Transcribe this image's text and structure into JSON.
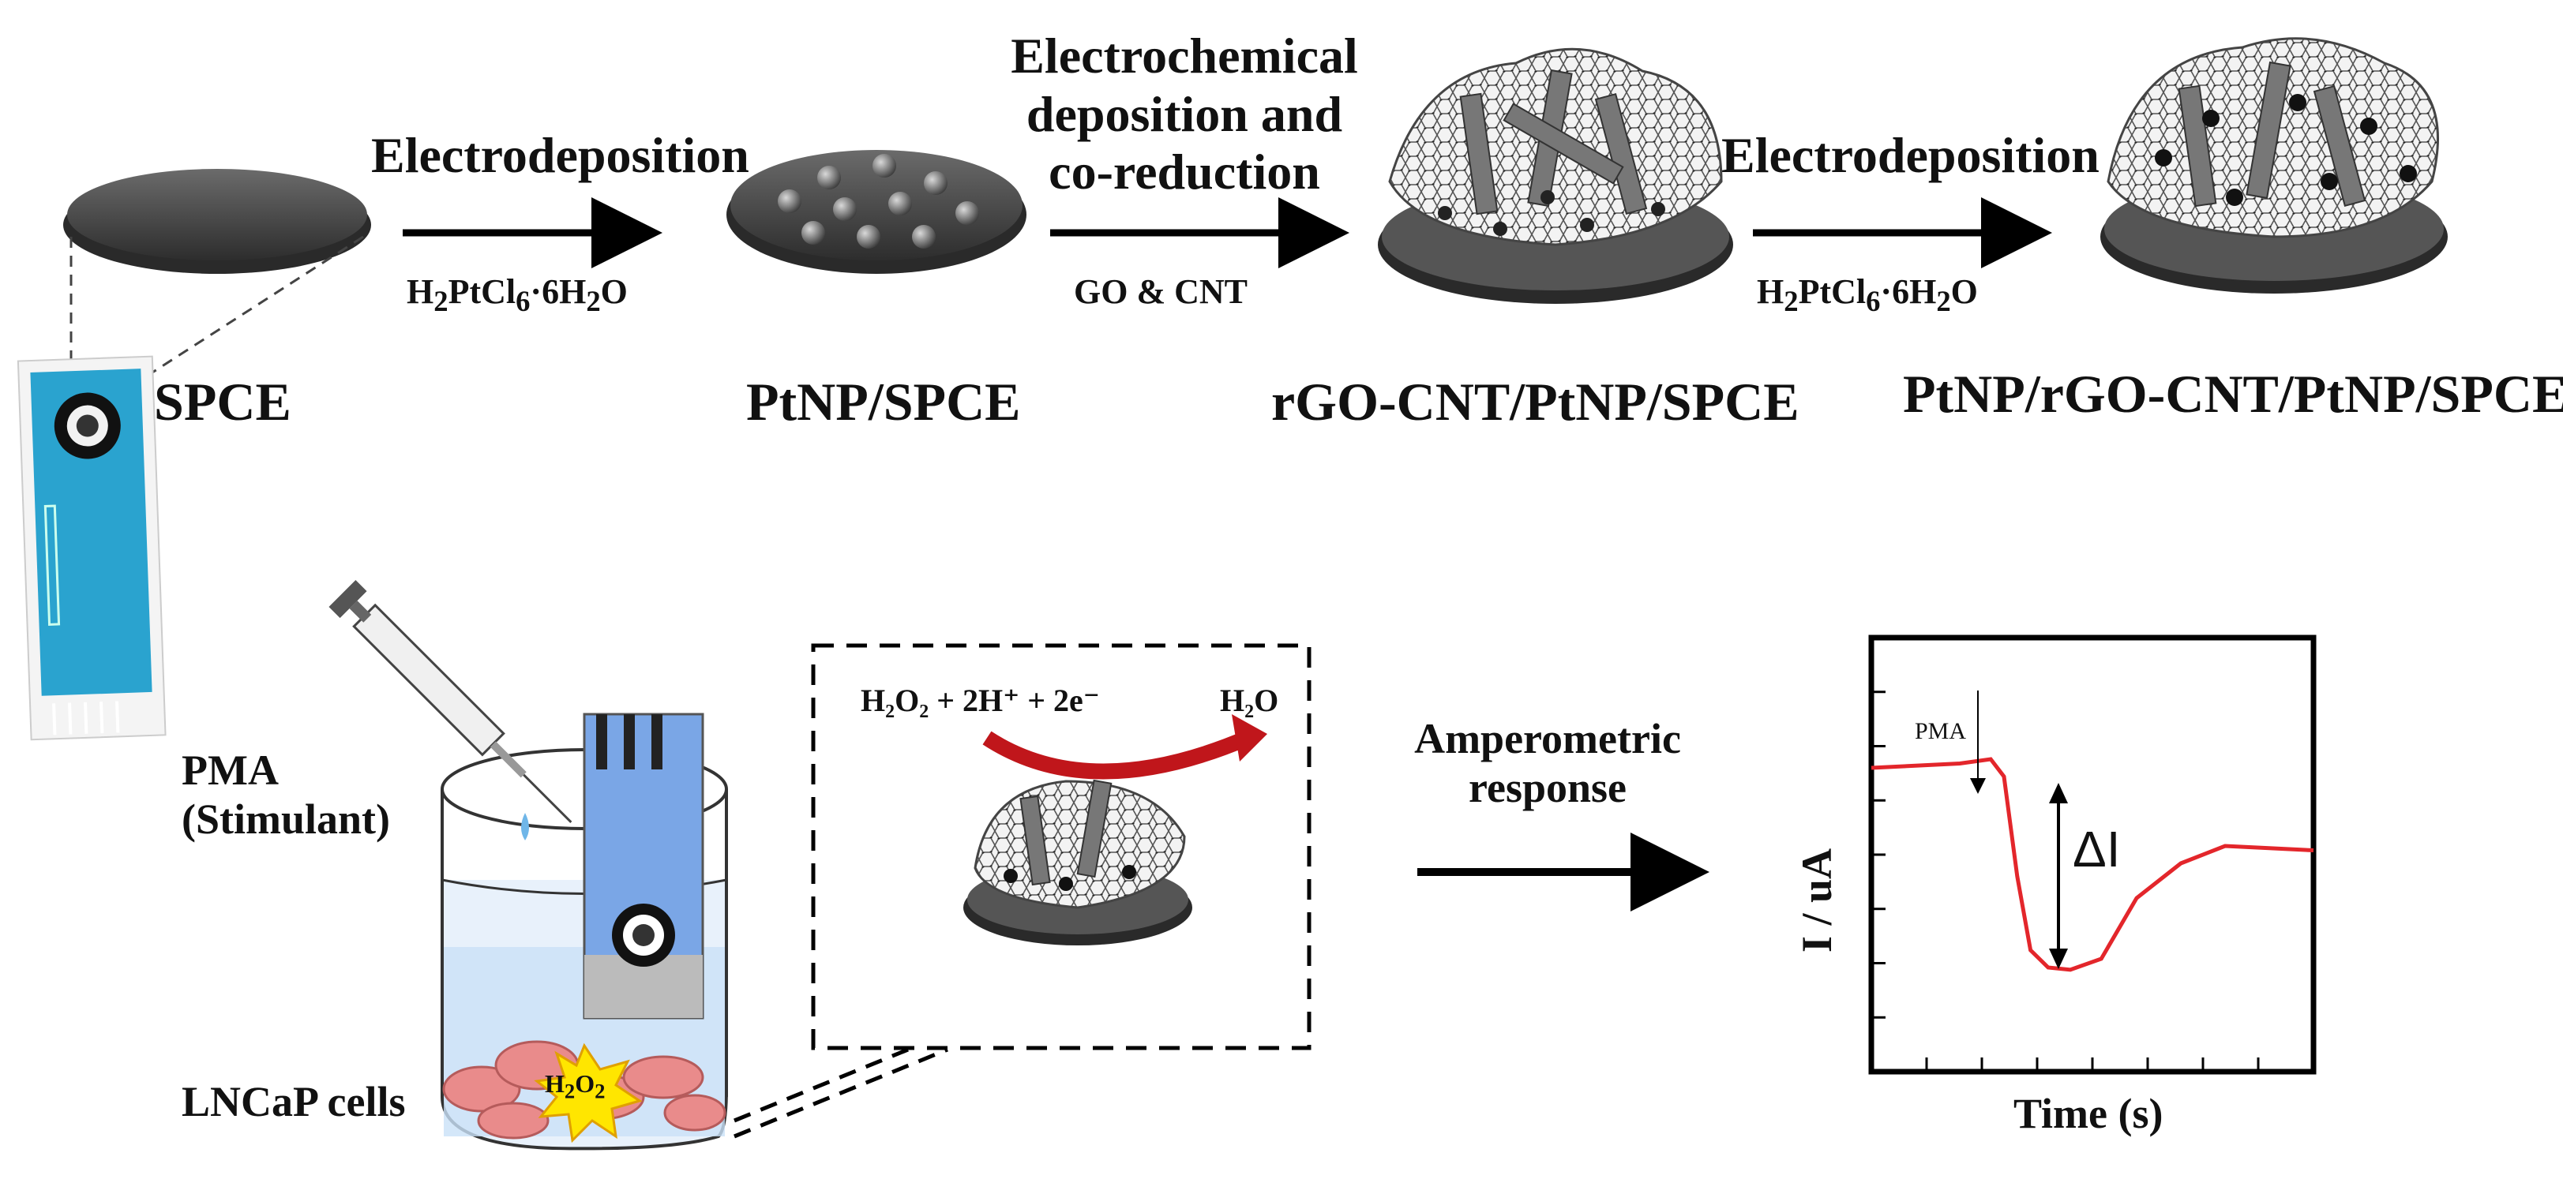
{
  "top_steps": {
    "step1": {
      "label": "Electrodeposition",
      "reagent": [
        "H",
        "2",
        "PtCl",
        "6",
        "·6H",
        "2",
        "O"
      ]
    },
    "step2": {
      "label_lines": [
        "Electrochemical",
        "deposition and",
        "co-reduction"
      ],
      "reagent": "GO & CNT"
    },
    "step3": {
      "label": "Electrodeposition",
      "reagent": [
        "H",
        "2",
        "PtCl",
        "6",
        "·6H",
        "2",
        "O"
      ]
    }
  },
  "electrodes": {
    "e1": "SPCE",
    "e2": "PtNP/SPCE",
    "e3": "rGO-CNT/PtNP/SPCE",
    "e4": "PtNP/rGO-CNT/PtNP/SPCE"
  },
  "bottom": {
    "stimulant_lines": [
      "PMA",
      "(Stimulant)"
    ],
    "cells": "LNCaP cells",
    "burst": [
      "H",
      "2",
      "O",
      "2"
    ],
    "reaction_left": "H₂O₂ + 2H⁺ + 2e⁻",
    "reaction_right": "H₂O",
    "response_lines": [
      "Amperometric",
      "response"
    ]
  },
  "chart_data": {
    "type": "line",
    "title": "",
    "xlabel": "Time (s)",
    "ylabel": "I / uA",
    "annotation_pma": "PMA",
    "annotation_delta": "ΔI",
    "series": [
      {
        "color": "#e3262b",
        "x": [
          0,
          0.1,
          0.2,
          0.27,
          0.3,
          0.33,
          0.36,
          0.4,
          0.45,
          0.52,
          0.6,
          0.7,
          0.8,
          0.9,
          1.0
        ],
        "y": [
          0.7,
          0.705,
          0.71,
          0.72,
          0.68,
          0.45,
          0.28,
          0.24,
          0.235,
          0.26,
          0.4,
          0.48,
          0.52,
          0.515,
          0.51
        ]
      }
    ]
  },
  "colors": {
    "curve": "#e3262b",
    "strip": "#2aa3cf",
    "strip_top": "#7aa6e6",
    "arrow_red": "#c0161b",
    "burst": "#ffe600"
  }
}
